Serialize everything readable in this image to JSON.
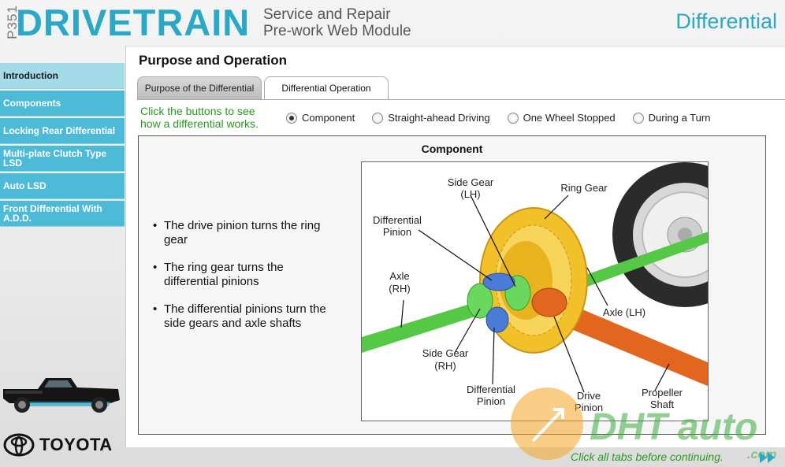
{
  "header": {
    "course_code": "P351",
    "brand": "DRIVETRAIN",
    "subtitle_line1": "Service and Repair",
    "subtitle_line2": "Pre-work Web Module",
    "section": "Differential"
  },
  "nav": {
    "items": [
      {
        "label": "Introduction",
        "active": true
      },
      {
        "label": "Components",
        "active": false
      },
      {
        "label": "Locking Rear Differential",
        "active": false
      },
      {
        "label": "Multi-plate Clutch Type LSD",
        "active": false
      },
      {
        "label": "Auto LSD",
        "active": false
      },
      {
        "label": "Front Differential With A.D.D.",
        "active": false
      }
    ]
  },
  "logo": {
    "name": "TOYOTA"
  },
  "panel": {
    "title": "Purpose and Operation",
    "tabs": [
      {
        "label": "Purpose of the Differential",
        "active": false
      },
      {
        "label": "Differential Operation",
        "active": true
      }
    ],
    "hint": "Click the buttons to see how a differential works.",
    "radios": [
      {
        "label": "Component",
        "checked": true
      },
      {
        "label": "Straight-ahead Driving",
        "checked": false
      },
      {
        "label": "One Wheel Stopped",
        "checked": false
      },
      {
        "label": "During a Turn",
        "checked": false
      }
    ],
    "content_title": "Component",
    "bullets": [
      "The drive pinion turns the ring gear",
      "The ring gear turns the differential pinions",
      "The differential pinions turn the side gears and axle shafts"
    ],
    "diagram_labels": {
      "side_gear_lh_1": "Side Gear",
      "side_gear_lh_2": "(LH)",
      "ring_gear": "Ring Gear",
      "diff_pinion_top_1": "Differential",
      "diff_pinion_top_2": "Pinion",
      "axle_rh_1": "Axle",
      "axle_rh_2": "(RH)",
      "axle_lh": "Axle (LH)",
      "side_gear_rh_1": "Side Gear",
      "side_gear_rh_2": "(RH)",
      "diff_pinion_bottom_1": "Differential",
      "diff_pinion_bottom_2": "Pinion",
      "drive_pinion_1": "Drive",
      "drive_pinion_2": "Pinion",
      "propeller_shaft_1": "Propeller",
      "propeller_shaft_2": "Shaft"
    }
  },
  "footer": {
    "instruction": "Click all tabs before continuing."
  },
  "watermark": {
    "text": "DHT auto",
    "suffix": ".com"
  },
  "colors": {
    "accent": "#2aa8c8",
    "nav": "#4dbbd8",
    "nav_active": "#a3dbe9",
    "hint_green": "#2a9a20",
    "axle_green": "#55c846",
    "propeller_orange": "#e2661e",
    "ring_gear_yellow": "#f2c029"
  }
}
